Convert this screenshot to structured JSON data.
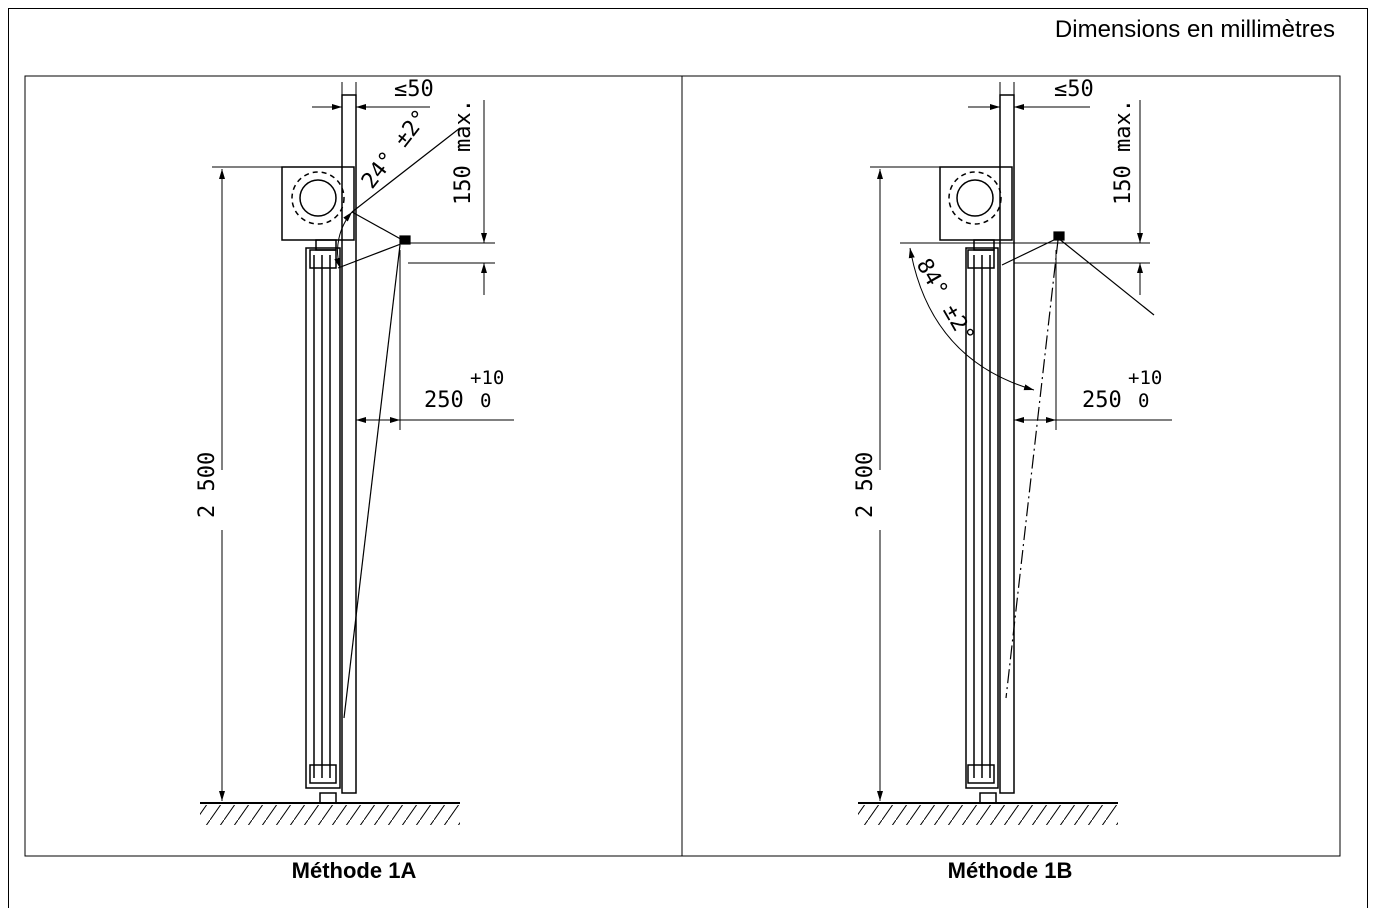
{
  "header": {
    "units_label": "Dimensions en millimètres"
  },
  "figures": [
    {
      "caption": "Méthode 1A",
      "dim_top_gap": "≤50",
      "dim_angle": "24° ±2°",
      "dim_max_height": "150 max.",
      "dim_offset_value": "250",
      "dim_offset_tol_plus": "+10",
      "dim_offset_tol_minus": "0",
      "dim_total_height": "2 500"
    },
    {
      "caption": "Méthode 1B",
      "dim_top_gap": "≤50",
      "dim_angle": "84° ±2°",
      "dim_max_height": "150 max.",
      "dim_offset_value": "250",
      "dim_offset_tol_plus": "+10",
      "dim_offset_tol_minus": "0",
      "dim_total_height": "2 500"
    }
  ]
}
